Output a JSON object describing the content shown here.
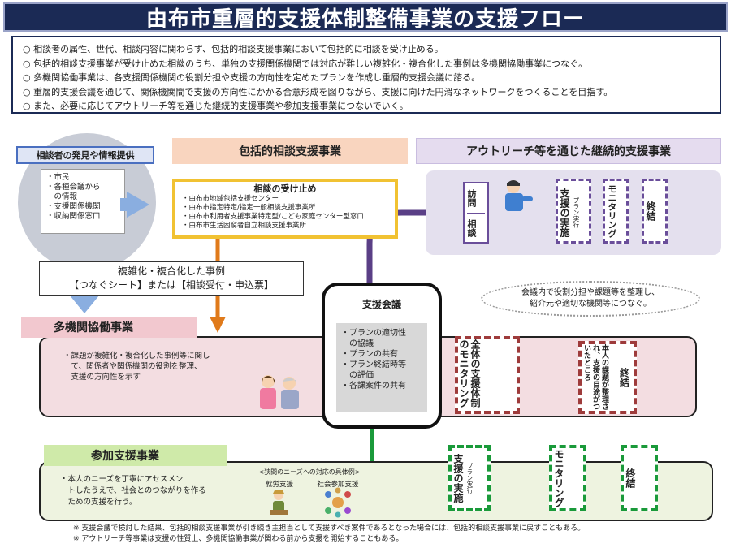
{
  "title": "由布市重層的支援体制整備事業の支援フロー",
  "summary": [
    "○ 相談者の属性、世代、相談内容に関わらず、包括的相談支援事業において包括的に相談を受け止める。",
    "○ 包括的相談支援事業が受け止めた相談のうち、単独の支援関係機関では対応が難しい複雑化・複合化した事例は多機関協働事業につなぐ。",
    "○ 多機関協働事業は、各支援関係機関の役割分担や支援の方向性を定めたプランを作成し重層的支援会議に諮る。",
    "○ 重層的支援会議を通じて、関係機関間で支援の方向性にかかる合意形成を図りながら、支援に向けた円滑なネットワークをつくることを目指す。",
    "○ また、必要に応じてアウトリーチ等を通じた継続的支援事業や参加支援事業につないでいく。"
  ],
  "discovery": {
    "label": "相談者の発見や情報提供",
    "items": [
      "・市民",
      "・各種会議から",
      "　の情報",
      "・支援関係機関",
      "・収納関係窓口"
    ]
  },
  "comprehensive": {
    "label": "包括的相談支援事業",
    "box_title": "相談の受け止め",
    "items": [
      "・由布市地域包括支援センター",
      "・由布市指定特定/指定一般相談支援事業所",
      "・由布市利用者支援事業特定型/こども家庭センター型窓口",
      "・由布市生活困窮者自立相談支援事業所"
    ]
  },
  "outreach": {
    "label": "アウトリーチ等を通じた継続的支援事業",
    "visit": "訪問",
    "consult": "相談",
    "implement": "支援の実施",
    "implement_sub": "プラン実行",
    "monitoring": "モニタリング",
    "end": "終結"
  },
  "complex": {
    "line1": "複雑化・複合化した事例",
    "line2": "【つなぐシート】または【相談受付・申込票】"
  },
  "multi": {
    "label": "多機関協働事業",
    "text": [
      "・課題が複雑化・複合化した事例等に関し",
      "　て、関係者や関係機関の役割を整理、",
      "　支援の方向性を示す"
    ],
    "monitoring": "全体の支援体制のモニタリング",
    "condition": "本人の課題が整理され、支援の目途がついたところ",
    "end": "終結"
  },
  "meeting": {
    "title": "支援会議",
    "items": [
      "・プランの適切性",
      "　の協議",
      "・プランの共有",
      "・プラン終結時等",
      "　の評価",
      "・各課案件の共有"
    ]
  },
  "speech": {
    "line1": "会議内で役割分担や課題等を整理し、",
    "line2": "紹介元や適切な機関等につなぐ。"
  },
  "participation": {
    "label": "参加支援事業",
    "text": [
      "・本人のニーズを丁寧にアセスメン",
      "　トしたうえで、社会とのつながりを作る",
      "　ための支援を行う。"
    ],
    "example_title": "<狭間のニーズへの対応の具体例>",
    "example1": "就労支援",
    "example2": "社会参加支援",
    "implement": "支援の実施",
    "implement_sub": "プラン実行",
    "monitoring": "モニタリング",
    "end": "終結"
  },
  "footnotes": [
    "※ 支援会議で検討した結果、包括的相談支援事業が引き続き主担当として支援すべき案件であるとなった場合には、包括的相談支援事業に戻すこともある。",
    "※ アウトリーチ等事業は支援の性質上、多機関協働事業が関わる前から支援を開始することもある。"
  ],
  "colors": {
    "title_bg": "#1b2a55",
    "outreach_line": "#5a3f86",
    "multi_line": "#9e3b3b",
    "participation_line": "#1a9a3a",
    "comp_arrow": "#e07a1a"
  }
}
